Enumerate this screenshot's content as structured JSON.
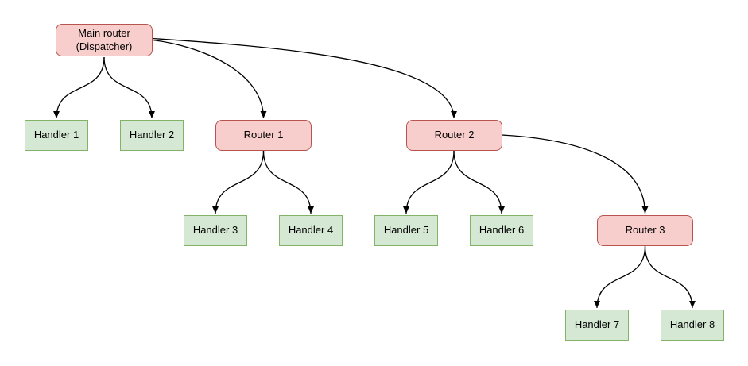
{
  "diagram": {
    "nodes": {
      "main": {
        "label": "Main router\n(Dispatcher)",
        "type": "router"
      },
      "router1": {
        "label": "Router 1",
        "type": "router"
      },
      "router2": {
        "label": "Router 2",
        "type": "router"
      },
      "router3": {
        "label": "Router 3",
        "type": "router"
      },
      "handler1": {
        "label": "Handler 1",
        "type": "handler"
      },
      "handler2": {
        "label": "Handler 2",
        "type": "handler"
      },
      "handler3": {
        "label": "Handler 3",
        "type": "handler"
      },
      "handler4": {
        "label": "Handler 4",
        "type": "handler"
      },
      "handler5": {
        "label": "Handler 5",
        "type": "handler"
      },
      "handler6": {
        "label": "Handler 6",
        "type": "handler"
      },
      "handler7": {
        "label": "Handler 7",
        "type": "handler"
      },
      "handler8": {
        "label": "Handler 8",
        "type": "handler"
      }
    },
    "edges": [
      {
        "from": "main",
        "to": "handler1"
      },
      {
        "from": "main",
        "to": "handler2"
      },
      {
        "from": "main",
        "to": "router1"
      },
      {
        "from": "main",
        "to": "router2"
      },
      {
        "from": "router1",
        "to": "handler3"
      },
      {
        "from": "router1",
        "to": "handler4"
      },
      {
        "from": "router2",
        "to": "handler5"
      },
      {
        "from": "router2",
        "to": "handler6"
      },
      {
        "from": "router2",
        "to": "router3"
      },
      {
        "from": "router3",
        "to": "handler7"
      },
      {
        "from": "router3",
        "to": "handler8"
      }
    ],
    "colors": {
      "router_fill": "#f8cecc",
      "router_border": "#b85450",
      "handler_fill": "#d5e8d4",
      "handler_border": "#82b366",
      "edge": "#000000",
      "background": "#ffffff"
    }
  }
}
